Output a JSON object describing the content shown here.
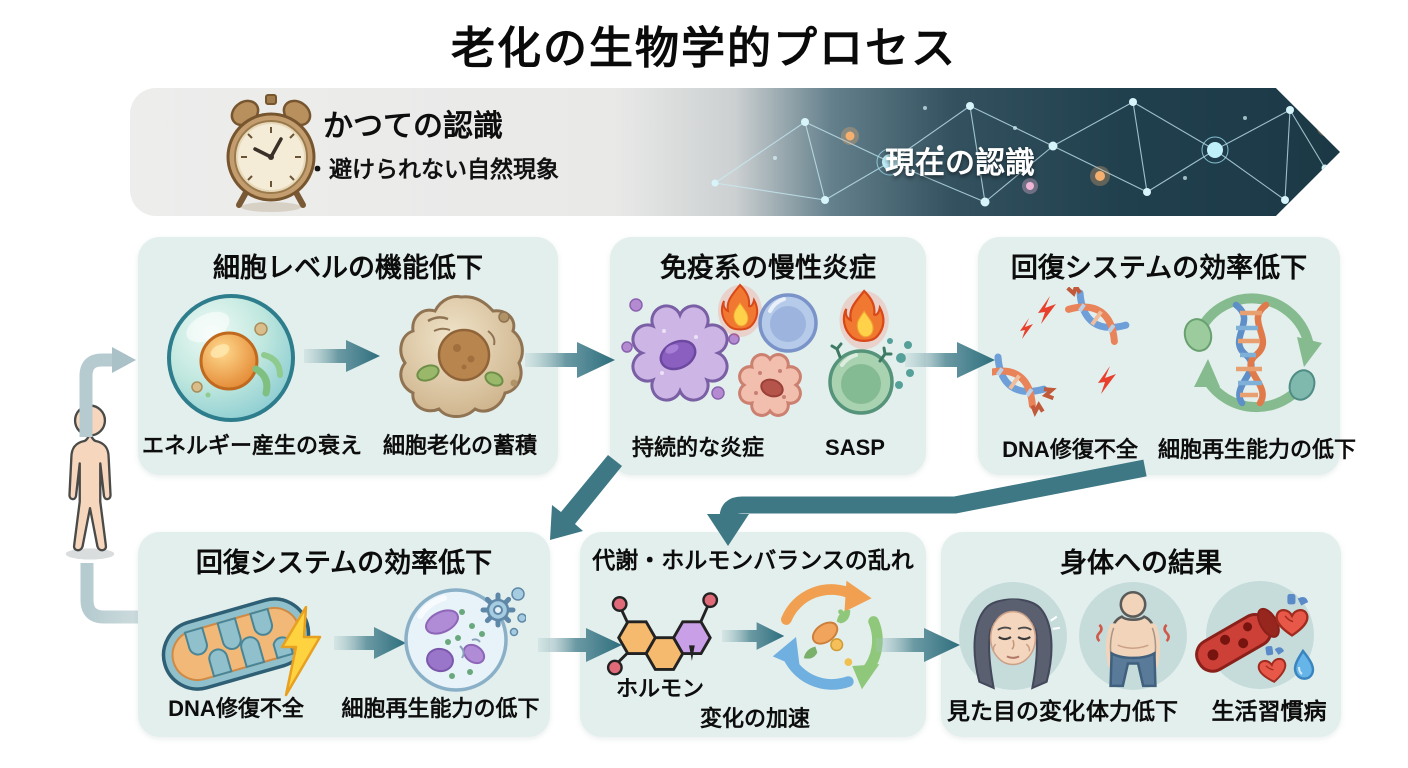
{
  "title": "老化の生物学的プロセス",
  "banner": {
    "past": {
      "title": "かつての認識",
      "bullet": "・避けられない自然現象",
      "icon": "alarm-clock"
    },
    "present": {
      "title": "現在の認識",
      "icon": "neural-network"
    }
  },
  "figure": {
    "icon": "human-body-outline"
  },
  "panels": [
    {
      "title": "細胞レベルの機能低下",
      "labels": [
        "エネルギー産生の衰え",
        "細胞老化の蓄積"
      ],
      "icons": [
        "healthy-cell",
        "arrow-right",
        "senescent-cell"
      ]
    },
    {
      "title": "免疫系の慢性炎症",
      "labels": [
        "持続的な炎症",
        "SASP"
      ],
      "icons": [
        "macrophage",
        "flame",
        "lymphocyte",
        "flame",
        "inflamed-cell",
        "sasp-secreting-cell"
      ]
    },
    {
      "title": "回復システムの効率低下",
      "labels": [
        "DNA修復不全",
        "細胞再生能力の低下"
      ],
      "icons": [
        "broken-dna",
        "dna-regeneration-cycle"
      ]
    },
    {
      "title": "回復システムの効率低下",
      "labels": [
        "DNA修復不全",
        "細胞再生能力の低下"
      ],
      "icons": [
        "mitochondria",
        "lightning-bolt",
        "arrow-right",
        "regenerating-cell"
      ]
    },
    {
      "title": "代謝・ホルモンバランスの乱れ",
      "labels": [
        "ホルモン",
        "変化の加速"
      ],
      "icons": [
        "hormone-molecule",
        "arrow-right",
        "metabolic-cycle"
      ]
    },
    {
      "title": "身体への結果",
      "labels": [
        "見た目の変化",
        "体力低下",
        "生活習慣病"
      ],
      "icons": [
        "aging-face",
        "weak-posture",
        "blood-vessel-heart-disease"
      ]
    }
  ],
  "colors": {
    "panel_bg": "#e3efed",
    "arrow_teal": "#2e6e7d",
    "banner_light": "#ededec",
    "banner_dark": "#1b3845",
    "accent_cyan": "#9fe0f0",
    "text": "#0d0d0d"
  }
}
